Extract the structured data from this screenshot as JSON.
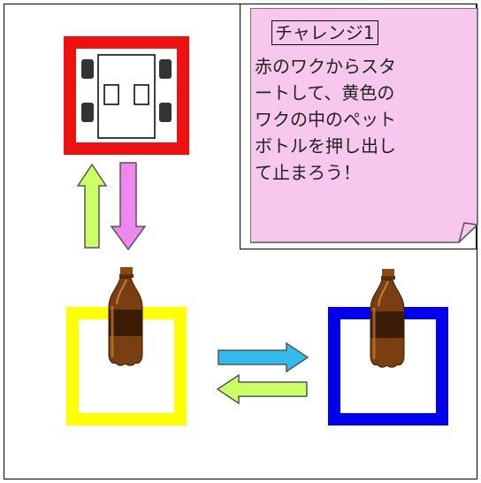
{
  "note": {
    "tag": "チャレンジ1",
    "lines": [
      "赤のワクからスタ",
      "ートして、黄色の",
      "ワクの中のペット",
      "ボトルを押し出し",
      "て止まろう！"
    ]
  },
  "colors": {
    "start_box": "#ee1111",
    "yellow_box": "#ffff00",
    "blue_box": "#0000ee",
    "note_fill": "#f8c7ee",
    "arrow_up": "#ccff66",
    "arrow_down": "#ee88ee",
    "arrow_right": "#33bbee",
    "arrow_left": "#ccff66",
    "bottle": "#8b4a14"
  }
}
